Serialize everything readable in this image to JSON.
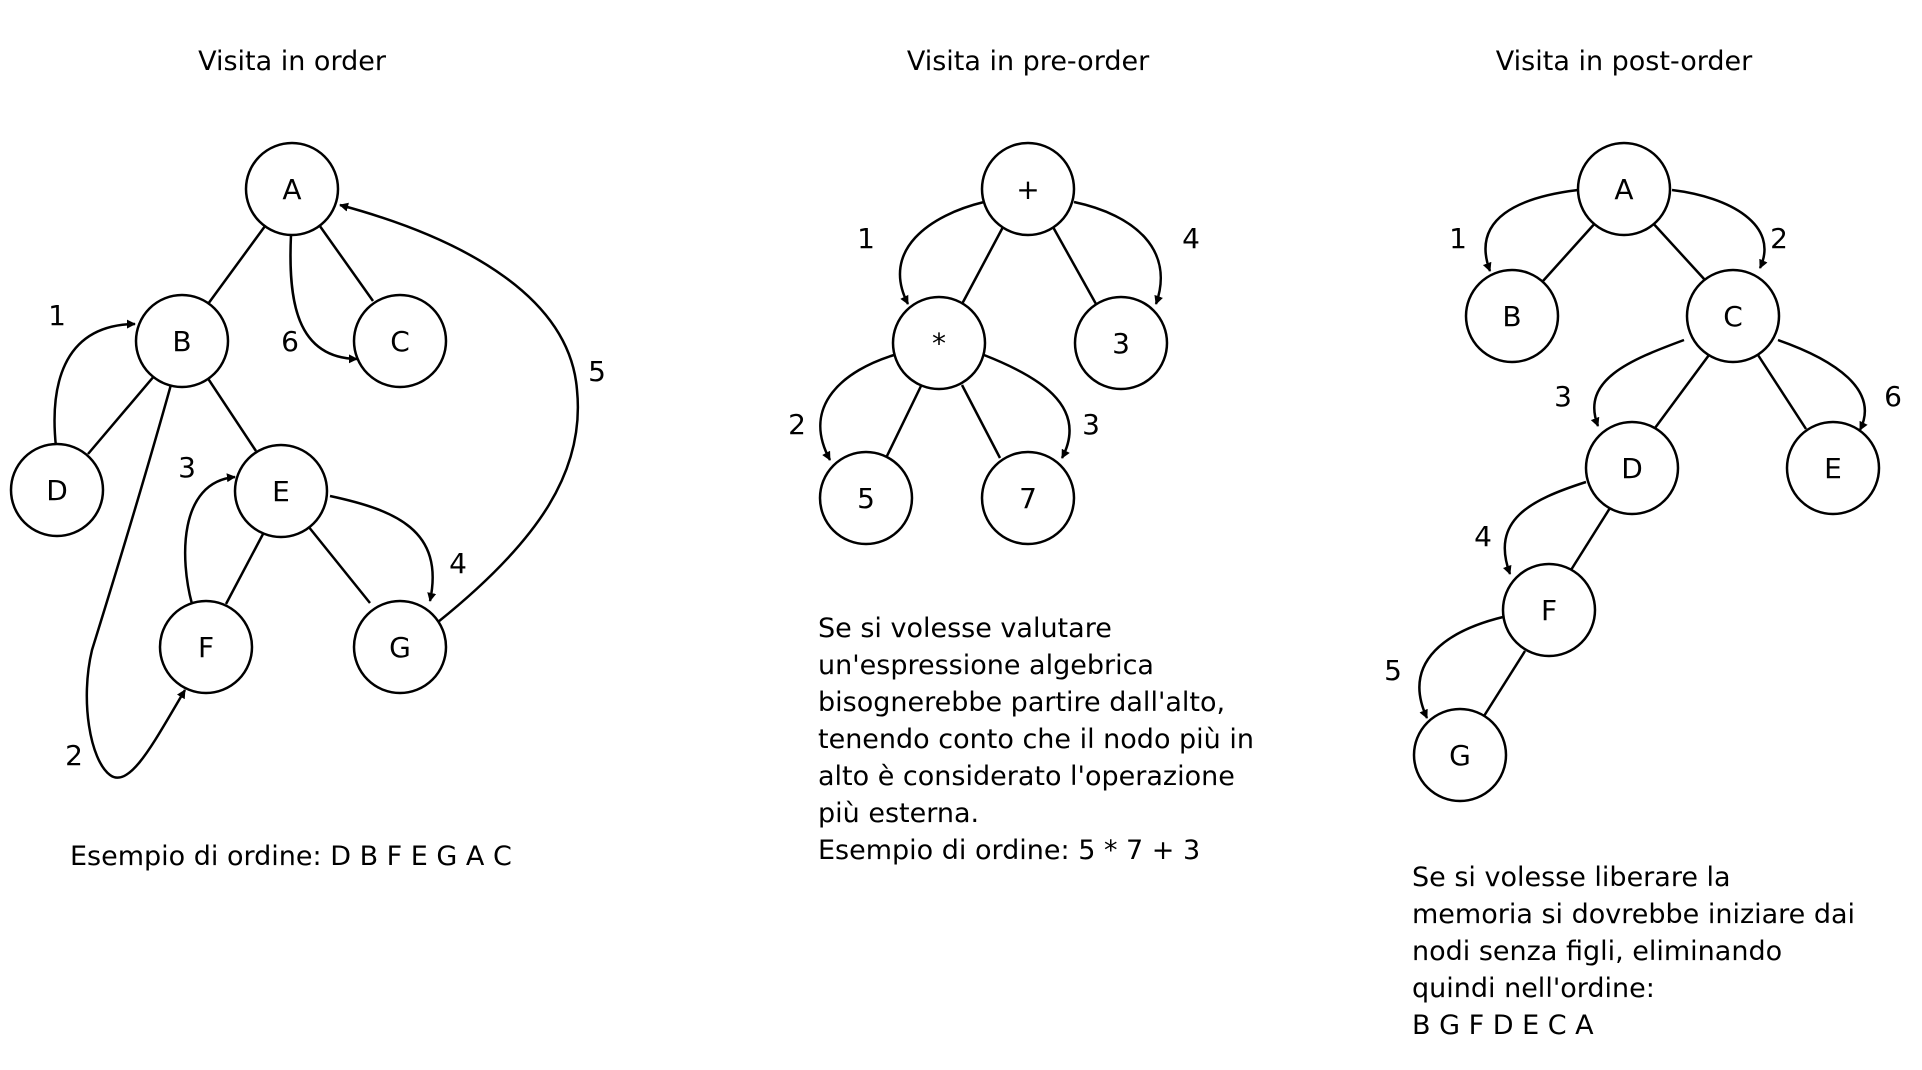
{
  "panels": [
    {
      "id": "inorder",
      "title": "Visita in order",
      "nodes": [
        {
          "id": "A",
          "label": "A"
        },
        {
          "id": "B",
          "label": "B"
        },
        {
          "id": "C",
          "label": "C"
        },
        {
          "id": "D",
          "label": "D"
        },
        {
          "id": "E",
          "label": "E"
        },
        {
          "id": "F",
          "label": "F"
        },
        {
          "id": "G",
          "label": "G"
        }
      ],
      "edges": [
        [
          "A",
          "B"
        ],
        [
          "A",
          "C"
        ],
        [
          "B",
          "D"
        ],
        [
          "B",
          "E"
        ],
        [
          "E",
          "F"
        ],
        [
          "E",
          "G"
        ]
      ],
      "steps": [
        "1",
        "2",
        "3",
        "4",
        "5",
        "6"
      ],
      "text": [
        "Esempio di ordine: D B F E G A C"
      ]
    },
    {
      "id": "preorder",
      "title": "Visita in pre-order",
      "nodes": [
        {
          "id": "plus",
          "label": "+"
        },
        {
          "id": "mul",
          "label": "*"
        },
        {
          "id": "three",
          "label": "3"
        },
        {
          "id": "five",
          "label": "5"
        },
        {
          "id": "seven",
          "label": "7"
        }
      ],
      "edges": [
        [
          "plus",
          "mul"
        ],
        [
          "plus",
          "three"
        ],
        [
          "mul",
          "five"
        ],
        [
          "mul",
          "seven"
        ]
      ],
      "steps": [
        "1",
        "2",
        "3",
        "4"
      ],
      "text": [
        "Se si volesse valutare",
        "un'espressione algebrica",
        "bisognerebbe partire dall'alto,",
        "tenendo conto che il nodo più in",
        "alto è considerato l'operazione",
        "più esterna.",
        "Esempio di ordine: 5 * 7 + 3"
      ]
    },
    {
      "id": "postorder",
      "title": "Visita in post-order",
      "nodes": [
        {
          "id": "A",
          "label": "A"
        },
        {
          "id": "B",
          "label": "B"
        },
        {
          "id": "C",
          "label": "C"
        },
        {
          "id": "D",
          "label": "D"
        },
        {
          "id": "E",
          "label": "E"
        },
        {
          "id": "F",
          "label": "F"
        },
        {
          "id": "G",
          "label": "G"
        }
      ],
      "edges": [
        [
          "A",
          "B"
        ],
        [
          "A",
          "C"
        ],
        [
          "C",
          "D"
        ],
        [
          "C",
          "E"
        ],
        [
          "D",
          "F"
        ],
        [
          "F",
          "G"
        ]
      ],
      "steps": [
        "1",
        "2",
        "3",
        "4",
        "5",
        "6"
      ],
      "text": [
        "Se si volesse liberare la",
        "memoria si dovrebbe iniziare dai",
        "nodi senza figli, eliminando",
        "quindi nell'ordine:",
        "B G F D E C A"
      ]
    }
  ]
}
